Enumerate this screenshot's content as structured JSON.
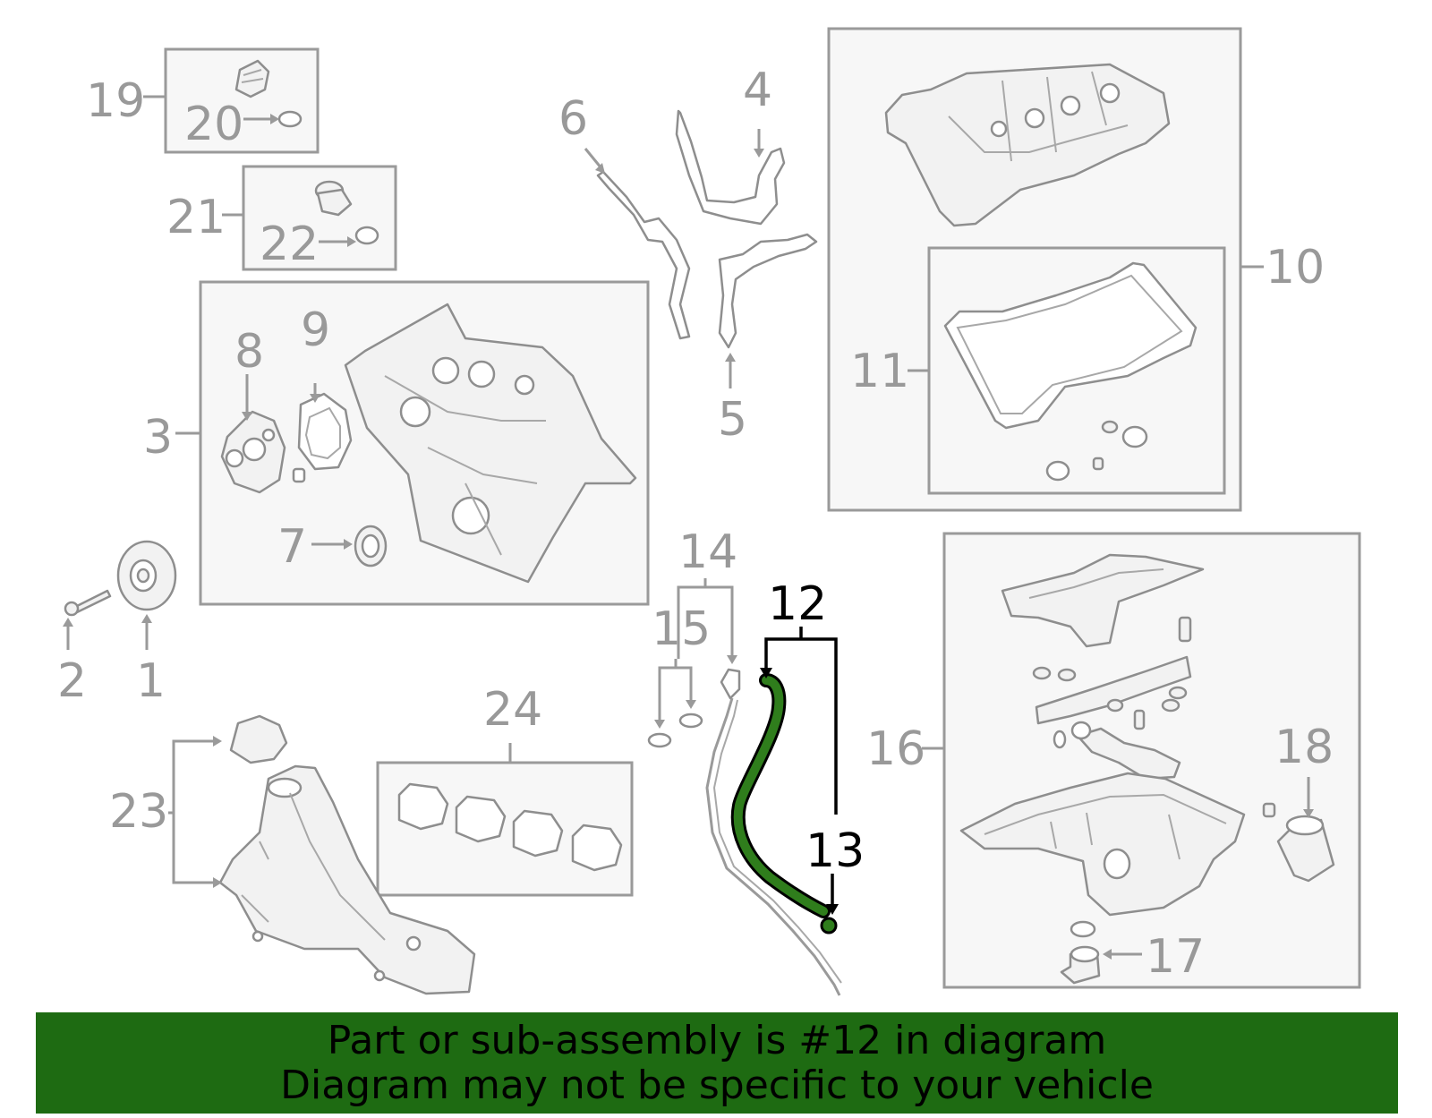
{
  "colors": {
    "highlight_part": "#2f7d1c",
    "banner_background": "#1e6b12",
    "callout_gray": "#999999",
    "callout_active": "#000000"
  },
  "callouts": {
    "c1": "1",
    "c2": "2",
    "c3": "3",
    "c4": "4",
    "c5": "5",
    "c6": "6",
    "c7": "7",
    "c8": "8",
    "c9": "9",
    "c10": "10",
    "c11": "11",
    "c12": "12",
    "c13": "13",
    "c14": "14",
    "c15": "15",
    "c16": "16",
    "c17": "17",
    "c18": "18",
    "c19": "19",
    "c20": "20",
    "c21": "21",
    "c22": "22",
    "c23": "23",
    "c24": "24"
  },
  "banner": {
    "line1": "Part or sub-assembly is #12 in diagram",
    "line2": "Diagram may not be specific to your vehicle"
  }
}
